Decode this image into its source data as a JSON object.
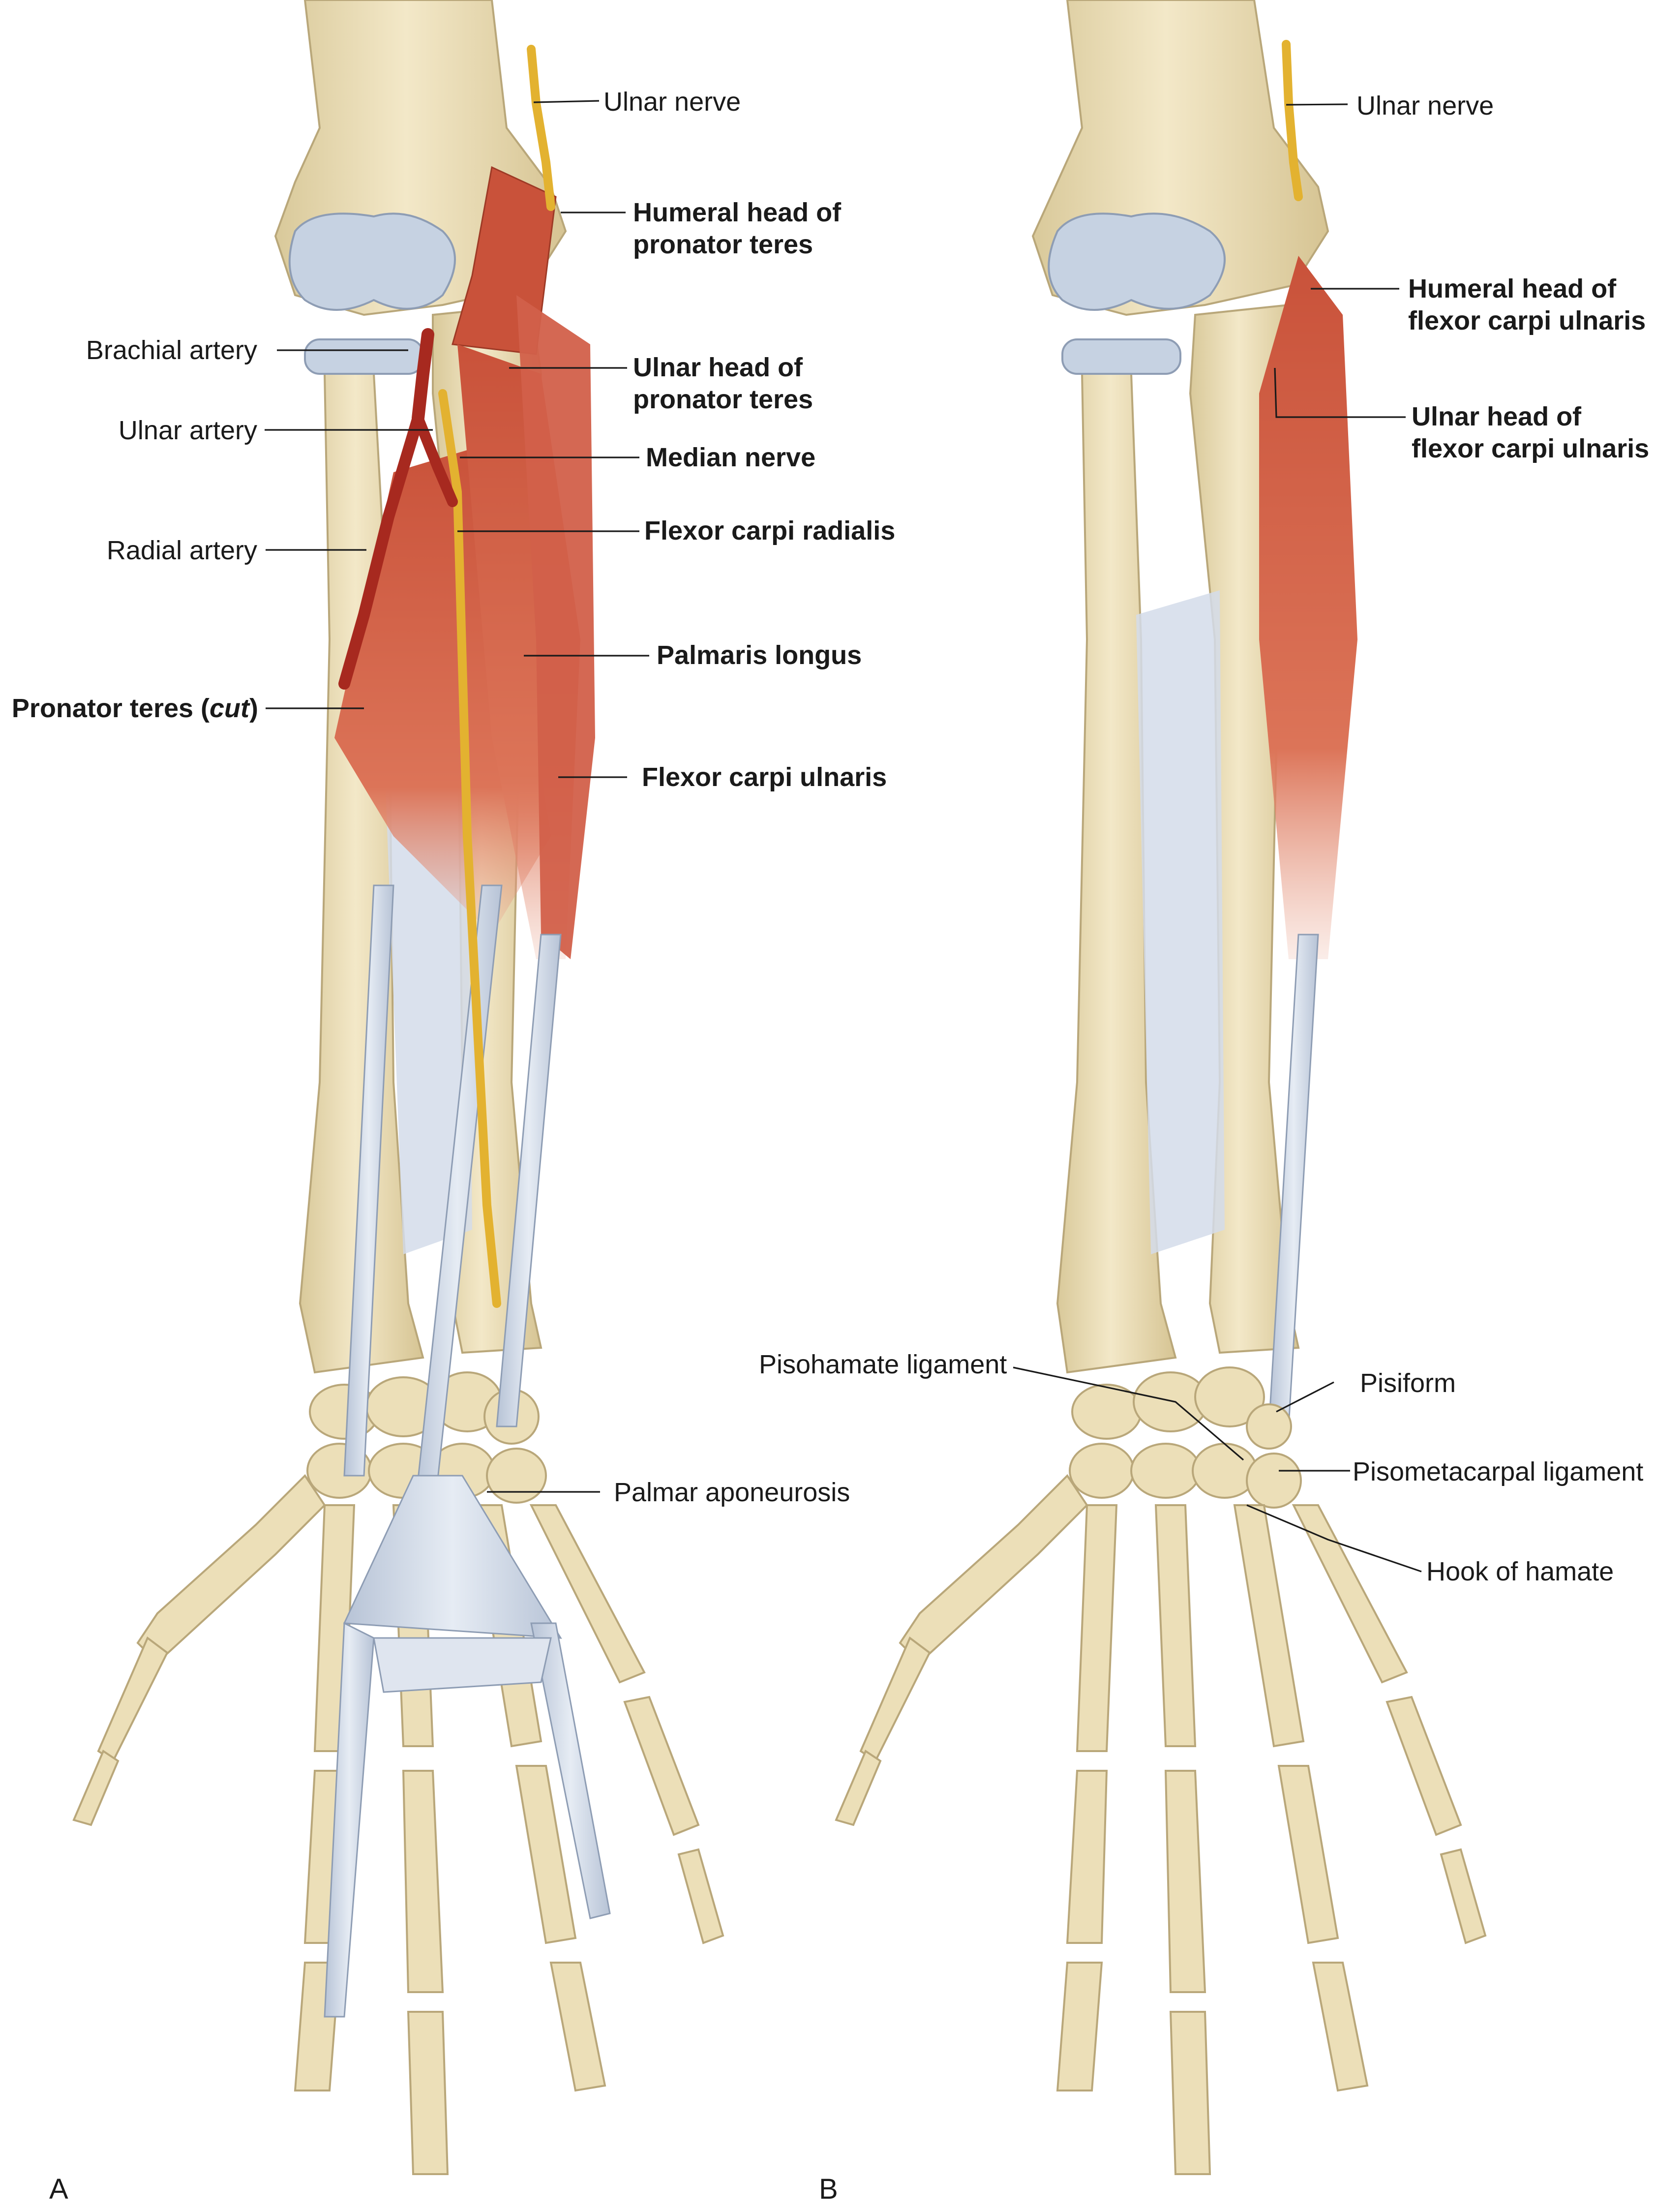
{
  "panels": {
    "a": {
      "letter": "A",
      "labels": {
        "ulnar_nerve": "Ulnar nerve",
        "humeral_head_pt_1": "Humeral head of",
        "humeral_head_pt_2": "pronator teres",
        "brachial_artery": "Brachial artery",
        "ulnar_head_pt_1": "Ulnar head of",
        "ulnar_head_pt_2": "pronator teres",
        "ulnar_artery": "Ulnar artery",
        "median_nerve": "Median nerve",
        "radial_artery": "Radial artery",
        "flexor_carpi_radialis": "Flexor carpi radialis",
        "palmaris_longus": "Palmaris longus",
        "pronator_teres_cut_a": "Pronator teres (",
        "pronator_teres_cut_b": "cut",
        "pronator_teres_cut_c": ")",
        "flexor_carpi_ulnaris": "Flexor carpi ulnaris",
        "palmar_aponeurosis": "Palmar aponeurosis"
      }
    },
    "b": {
      "letter": "B",
      "labels": {
        "ulnar_nerve": "Ulnar nerve",
        "humeral_head_fcu_1": "Humeral head of",
        "humeral_head_fcu_2": "flexor carpi ulnaris",
        "ulnar_head_fcu_1": "Ulnar head of",
        "ulnar_head_fcu_2": "flexor carpi ulnaris",
        "pisohamate_ligament": "Pisohamate ligament",
        "pisiform": "Pisiform",
        "pisometacarpal_ligament": "Pisometacarpal ligament",
        "hook_of_hamate": "Hook of hamate"
      }
    }
  },
  "colors": {
    "bone": "#ecdfb8",
    "bone_edge": "#b9a77a",
    "cartilage": "#c6d2e2",
    "muscle": "#d9694c",
    "muscle_dark": "#b8452f",
    "tendon": "#cfd8e6",
    "nerve": "#e3b230",
    "artery": "#a7291f"
  }
}
